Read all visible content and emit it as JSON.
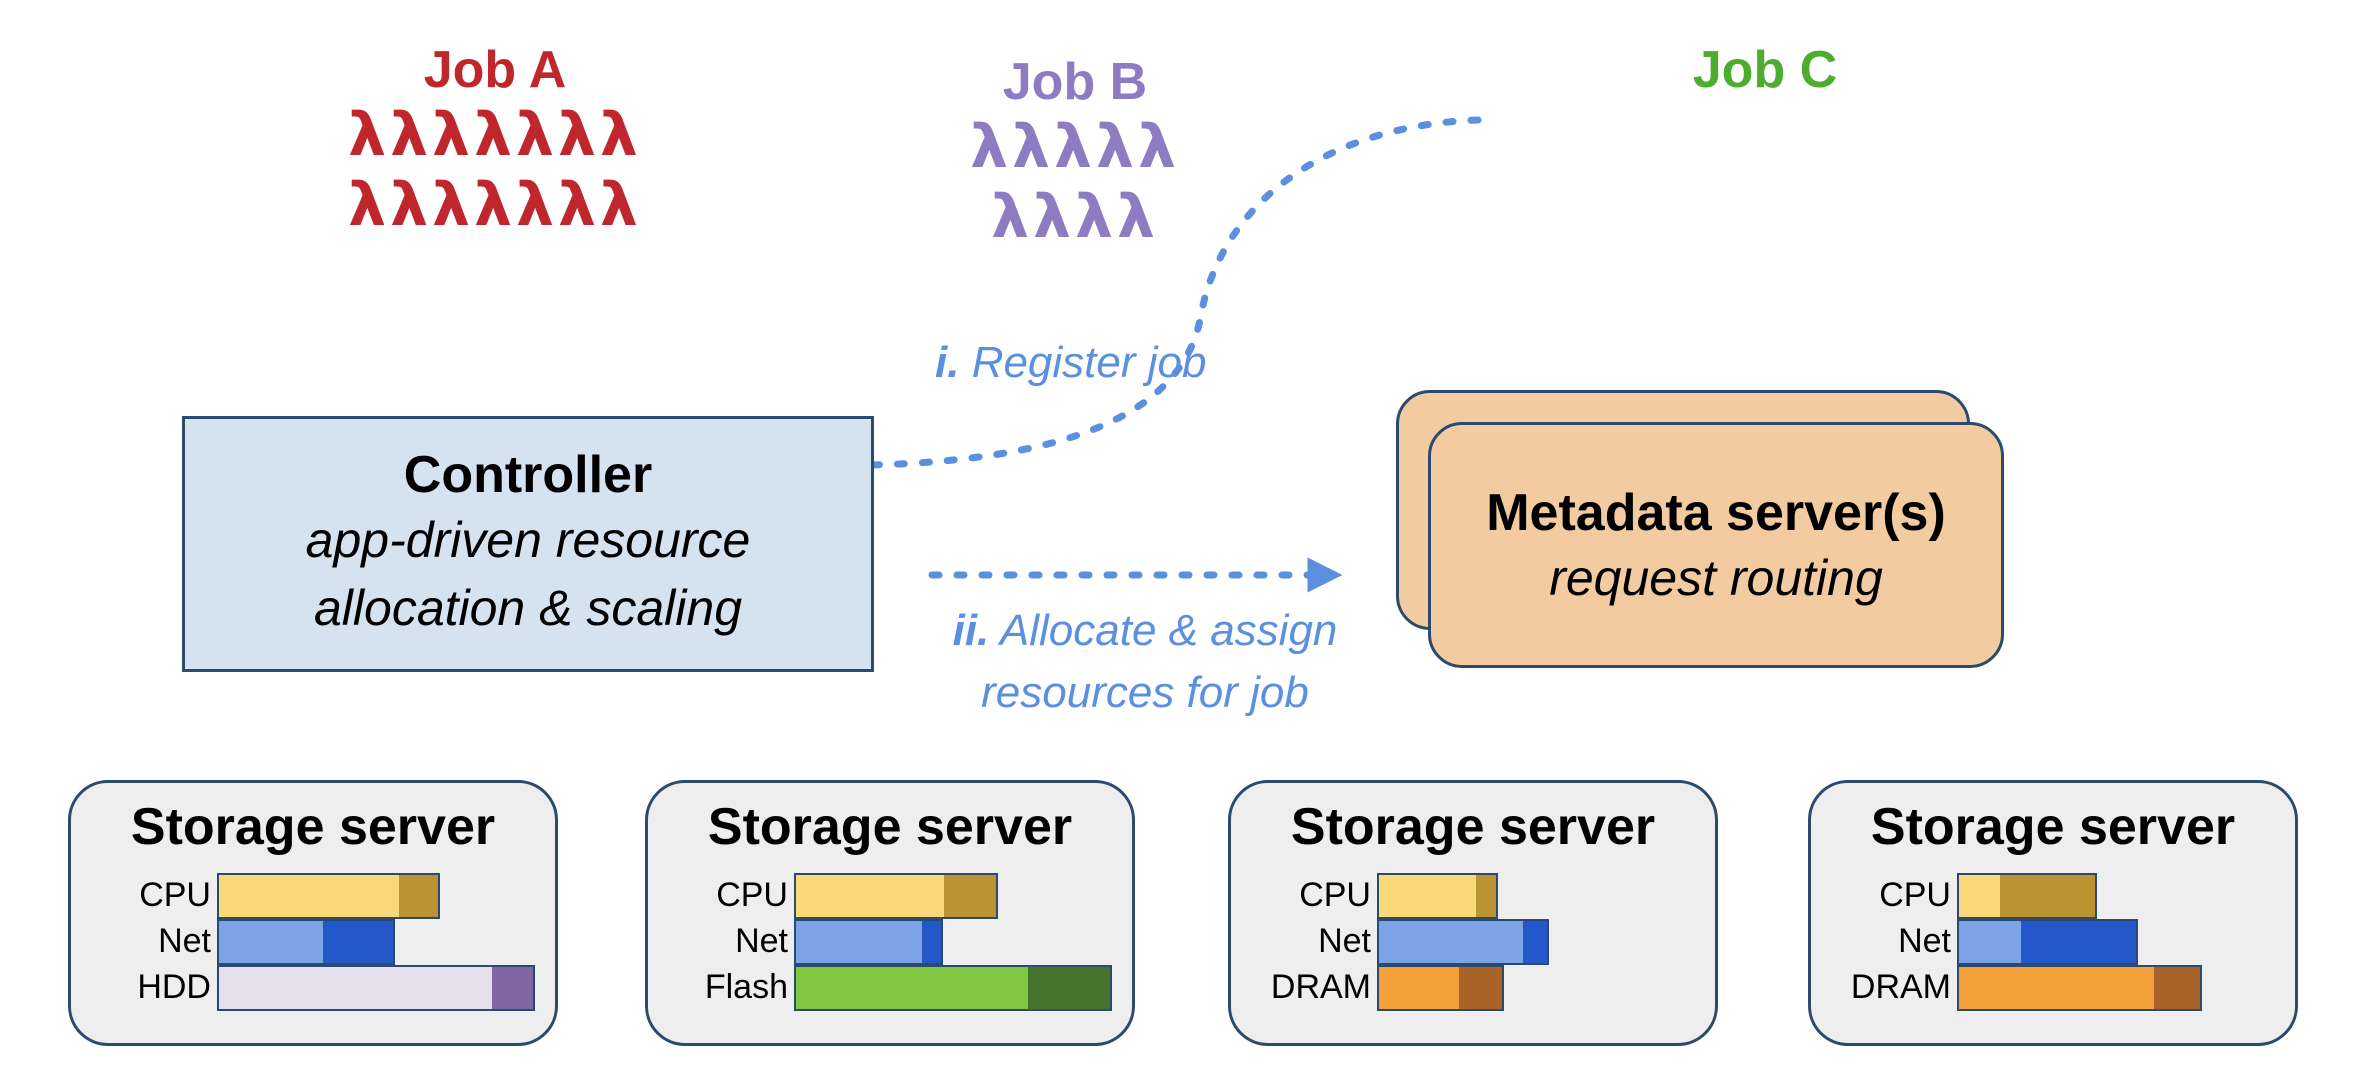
{
  "jobs": [
    {
      "title": "Job A",
      "color": "#c0272d",
      "lambdas": [
        "λλλλλλλ",
        "λλλλλλλ"
      ]
    },
    {
      "title": "Job B",
      "color": "#8e7cc3",
      "lambdas": [
        "λλλλλ",
        "λλλλ"
      ]
    },
    {
      "title": "Job C",
      "color": "#4cad2e",
      "lambdas": []
    }
  ],
  "controller": {
    "title": "Controller",
    "subtitle_line1": "app-driven resource",
    "subtitle_line2": "allocation & scaling"
  },
  "metadata": {
    "title": "Metadata server(s)",
    "subtitle": "request routing"
  },
  "arrows": {
    "register": {
      "numeral": "i.",
      "text": "Register job"
    },
    "allocate": {
      "numeral": "ii.",
      "line1": "Allocate & assign",
      "line2": "resources for job"
    },
    "color": "#5b8fe0"
  },
  "servers": [
    {
      "title": "Storage server",
      "resources": [
        {
          "label": "CPU",
          "capacity": 0.7,
          "used_fraction": 0.82,
          "light": "#f9d877",
          "dark": "#bb9330"
        },
        {
          "label": "Net",
          "capacity": 0.56,
          "used_fraction": 0.6,
          "light": "#7ba3e6",
          "dark": "#2457c8"
        },
        {
          "label": "HDD",
          "capacity": 1.0,
          "used_fraction": 0.87,
          "light": "#e6e0ee",
          "dark": "#8067a4"
        }
      ]
    },
    {
      "title": "Storage server",
      "resources": [
        {
          "label": "CPU",
          "capacity": 0.64,
          "used_fraction": 0.74,
          "light": "#f9d877",
          "dark": "#bb9330"
        },
        {
          "label": "Net",
          "capacity": 0.47,
          "used_fraction": 0.87,
          "light": "#7ba3e6",
          "dark": "#2457c8"
        },
        {
          "label": "Flash",
          "capacity": 1.0,
          "used_fraction": 0.74,
          "light": "#7fc840",
          "dark": "#46742c"
        }
      ]
    },
    {
      "title": "Storage server",
      "resources": [
        {
          "label": "CPU",
          "capacity": 0.38,
          "used_fraction": 0.83,
          "light": "#f9d877",
          "dark": "#bb9330"
        },
        {
          "label": "Net",
          "capacity": 0.54,
          "used_fraction": 0.86,
          "light": "#7ba3e6",
          "dark": "#2457c8"
        },
        {
          "label": "DRAM",
          "capacity": 0.4,
          "used_fraction": 0.65,
          "light": "#f2a03a",
          "dark": "#ab6428"
        }
      ]
    },
    {
      "title": "Storage server",
      "resources": [
        {
          "label": "CPU",
          "capacity": 0.44,
          "used_fraction": 0.3,
          "light": "#f9d877",
          "dark": "#bb9330"
        },
        {
          "label": "Net",
          "capacity": 0.57,
          "used_fraction": 0.35,
          "light": "#7ba3e6",
          "dark": "#2457c8"
        },
        {
          "label": "DRAM",
          "capacity": 0.77,
          "used_fraction": 0.81,
          "light": "#f2a03a",
          "dark": "#ab6428"
        }
      ]
    }
  ]
}
